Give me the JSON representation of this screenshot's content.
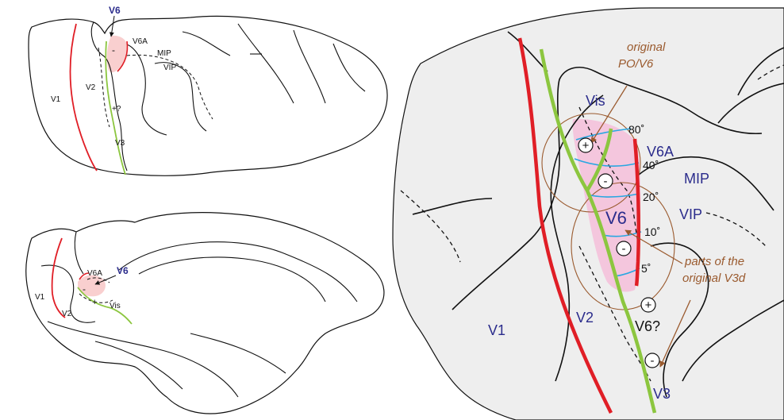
{
  "colors": {
    "v1_border": "#e01e26",
    "v2_border": "#8cc63f",
    "v6_fill": "#f4c6dd",
    "v6_fill_small": "#f9cfcf",
    "area_label": "#2b2c8c",
    "annotation": "#9a5a2e",
    "iso_eccentricity": "#29a7e1",
    "receptive_circle": "#9a5a2e",
    "cortex_fill": "#eeeeee"
  },
  "top_brain": {
    "v6": "V6",
    "v6a": "V6A",
    "mip": "MIP",
    "vip": "VIP",
    "v1": "V1",
    "v2": "V2",
    "v3": "V3",
    "plus_q": "+?",
    "minus": "-"
  },
  "bottom_brain": {
    "v6": "V6",
    "v6a": "V6A",
    "v1": "V1",
    "v2": "V2",
    "vis": "Vis",
    "minus": "-",
    "plus": "+"
  },
  "flatmap": {
    "areas": {
      "vis": "Vis",
      "v6a": "V6A",
      "mip": "MIP",
      "v6": "V6",
      "vip": "VIP",
      "v1": "V1",
      "v2": "V2",
      "v3": "V3",
      "v6q": "V6?"
    },
    "eccentricities": {
      "e80": "80˚",
      "e40": "40˚",
      "e20": "20˚",
      "e10": "10˚",
      "e5": "5˚"
    },
    "annotations": {
      "orig_line1": "original",
      "orig_line2": "PO/V6",
      "parts_line1": "parts of the",
      "parts_line2": "original V3d"
    },
    "signs": {
      "plus_upper": "+",
      "minus_upper": "-",
      "minus_mid": "-",
      "plus_lower": "+",
      "minus_lower": "-"
    }
  }
}
